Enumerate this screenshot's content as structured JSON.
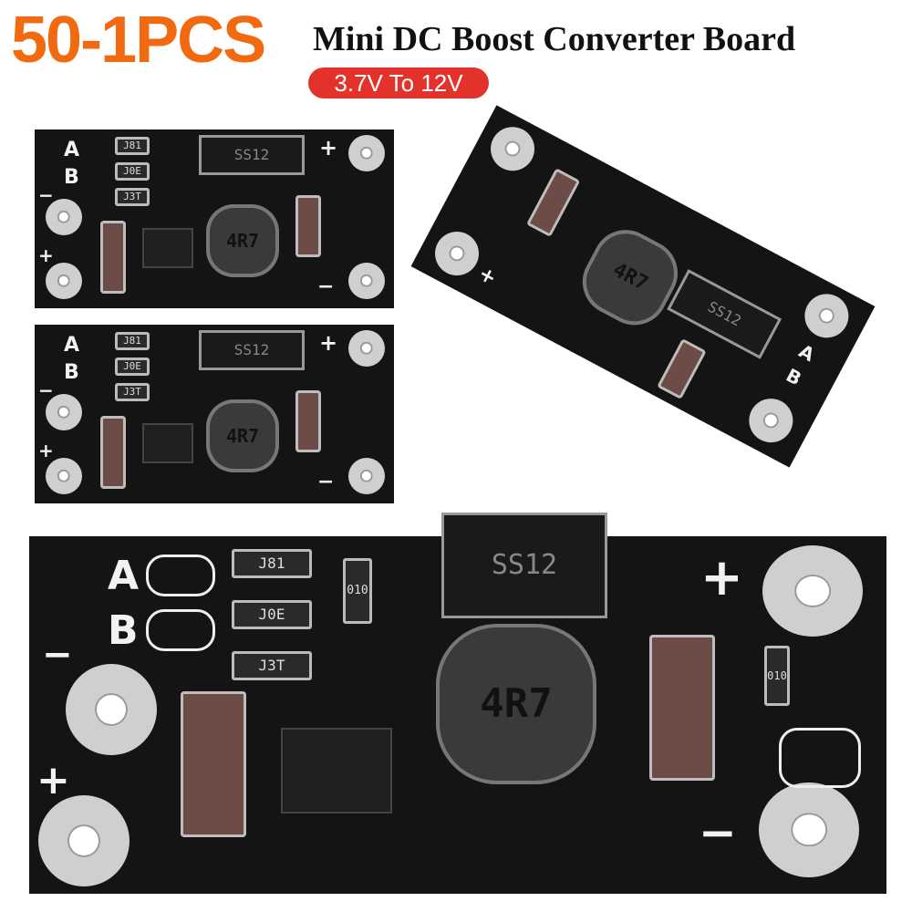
{
  "header": {
    "quantity": "50-1PCS",
    "title": "Mini DC Boost Converter Board",
    "voltage_badge": "3.7V To 12V"
  },
  "board_markings": {
    "pin_a": "A",
    "pin_b": "B",
    "plus": "+",
    "minus": "−",
    "diode": "SS12",
    "inductor": "4R7",
    "res_1": "J81",
    "res_2": "J0E",
    "res_3": "J3T",
    "led_res": "010"
  },
  "colors": {
    "quantity": "#f26a10",
    "badge": "#e3322c",
    "board": "#141414"
  }
}
